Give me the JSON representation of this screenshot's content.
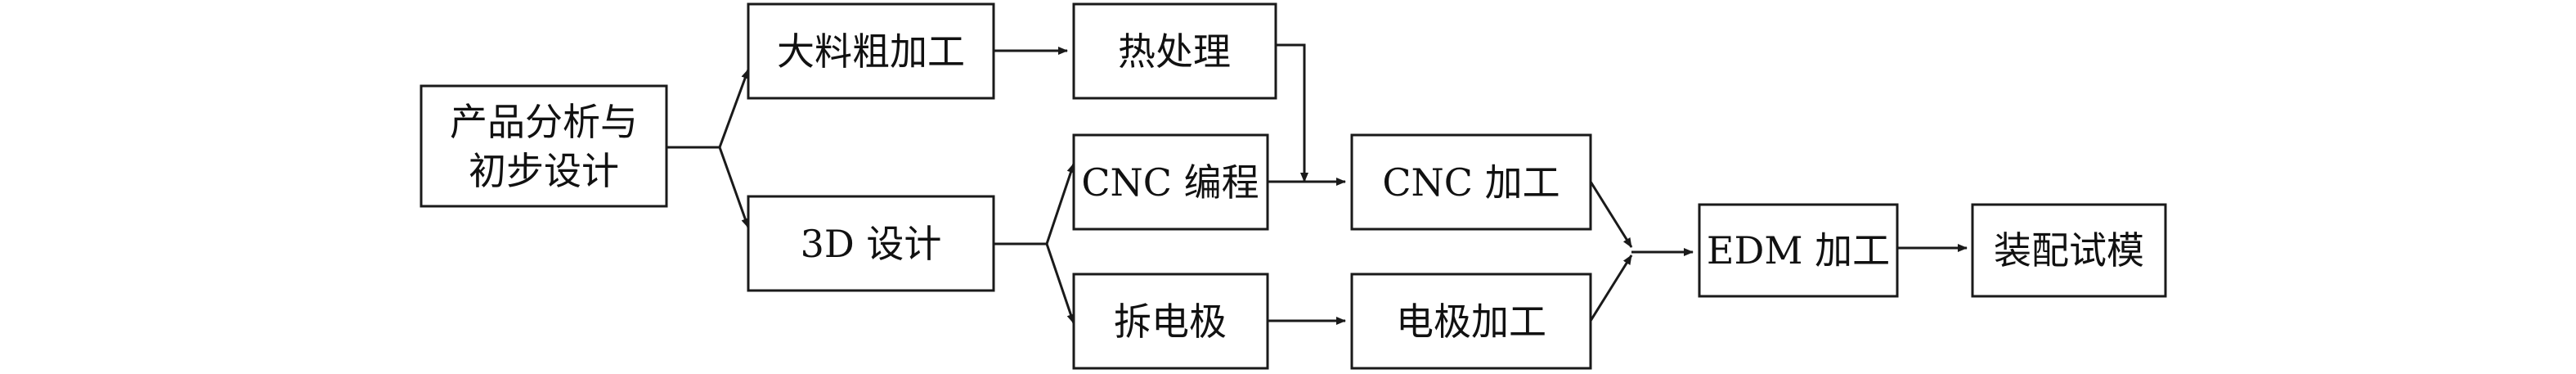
{
  "diagram": {
    "nodes": {
      "product_analysis": [
        "产品分析与",
        "初步设计"
      ],
      "rough_machining": "大料粗加工",
      "heat_treatment": "热处理",
      "design_3d": "3D 设计",
      "cnc_programming": "CNC 编程",
      "electrode_split": "拆电极",
      "cnc_machining": "CNC 加工",
      "electrode_machining": "电极加工",
      "edm_machining": "EDM 加工",
      "assembly_trial": "装配试模"
    }
  }
}
